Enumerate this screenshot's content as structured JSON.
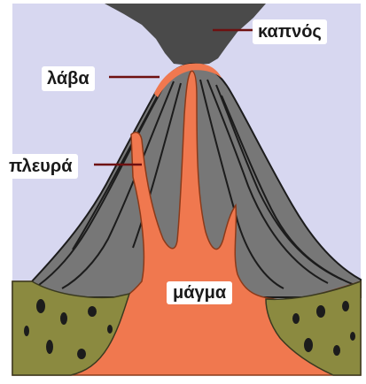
{
  "diagram": {
    "labels": {
      "smoke": "καπνός",
      "lava": "λάβα",
      "flank": "πλευρά",
      "magma": "μάγμα"
    },
    "colors": {
      "sky": "#d7d7f0",
      "smoke": "#4a4a4a",
      "rock": "#777777",
      "rock_lines": "#1c1c1c",
      "magma": "#f0784f",
      "ground": "#8b8a40",
      "leader_line": "#6e1010"
    }
  }
}
